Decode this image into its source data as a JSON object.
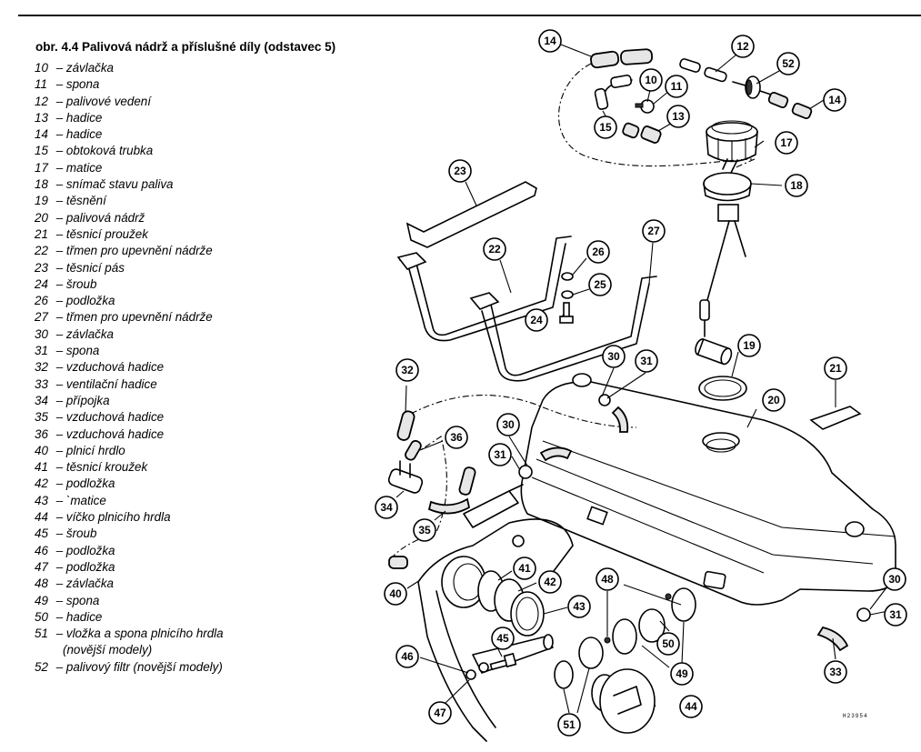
{
  "figure": {
    "caption": "obr. 4.4 Palivová nádrž a příslušné díly (odstavec 5)",
    "drawing_code": "H23954"
  },
  "legend": [
    {
      "num": "10",
      "label": "závlačka"
    },
    {
      "num": "11",
      "label": "spona"
    },
    {
      "num": "12",
      "label": "palivové vedení"
    },
    {
      "num": "13",
      "label": "hadice"
    },
    {
      "num": "14",
      "label": "hadice"
    },
    {
      "num": "15",
      "label": "obtoková trubka"
    },
    {
      "num": "17",
      "label": "matice"
    },
    {
      "num": "18",
      "label": "snímač stavu paliva"
    },
    {
      "num": "19",
      "label": "těsnění"
    },
    {
      "num": "20",
      "label": "palivová nádrž"
    },
    {
      "num": "21",
      "label": "těsnicí proužek"
    },
    {
      "num": "22",
      "label": "třmen pro upevnění nádrže"
    },
    {
      "num": "23",
      "label": "těsnicí pás"
    },
    {
      "num": "24",
      "label": "šroub"
    },
    {
      "num": "26",
      "label": "podložka"
    },
    {
      "num": "27",
      "label": "třmen pro upevnění nádrže"
    },
    {
      "num": "30",
      "label": "závlačka"
    },
    {
      "num": "31",
      "label": "spona"
    },
    {
      "num": "32",
      "label": "vzduchová hadice"
    },
    {
      "num": "33",
      "label": "ventilační hadice"
    },
    {
      "num": "34",
      "label": "přípojka"
    },
    {
      "num": "35",
      "label": "vzduchová hadice"
    },
    {
      "num": "36",
      "label": "vzduchová hadice"
    },
    {
      "num": "40",
      "label": "plnicí hrdlo"
    },
    {
      "num": "41",
      "label": "těsnicí kroužek"
    },
    {
      "num": "42",
      "label": "podložka"
    },
    {
      "num": "43",
      "label": "`matice"
    },
    {
      "num": "44",
      "label": "víčko plnicího hrdla"
    },
    {
      "num": "45",
      "label": "šroub"
    },
    {
      "num": "46",
      "label": "podložka"
    },
    {
      "num": "47",
      "label": "podložka"
    },
    {
      "num": "48",
      "label": "závlačka"
    },
    {
      "num": "49",
      "label": "spona"
    },
    {
      "num": "50",
      "label": "hadice"
    },
    {
      "num": "51",
      "label": "vložka a spona plnicího hrdla",
      "sub": "(novější modely)"
    },
    {
      "num": "52",
      "label": "palivový filtr (novější modely)"
    }
  ],
  "callouts": [
    {
      "id": "c14a",
      "text": "14"
    },
    {
      "id": "c12",
      "text": "12"
    },
    {
      "id": "c52",
      "text": "52"
    },
    {
      "id": "c14b",
      "text": "14"
    },
    {
      "id": "c10",
      "text": "10"
    },
    {
      "id": "c11",
      "text": "11"
    },
    {
      "id": "c15",
      "text": "15"
    },
    {
      "id": "c13",
      "text": "13"
    },
    {
      "id": "c17",
      "text": "17"
    },
    {
      "id": "c18",
      "text": "18"
    },
    {
      "id": "c23",
      "text": "23"
    },
    {
      "id": "c27",
      "text": "27"
    },
    {
      "id": "c22",
      "text": "22"
    },
    {
      "id": "c26",
      "text": "26"
    },
    {
      "id": "c25",
      "text": "25"
    },
    {
      "id": "c24",
      "text": "24"
    },
    {
      "id": "c19",
      "text": "19"
    },
    {
      "id": "c21",
      "text": "21"
    },
    {
      "id": "c32",
      "text": "32"
    },
    {
      "id": "c30a",
      "text": "30"
    },
    {
      "id": "c31a",
      "text": "31"
    },
    {
      "id": "c20",
      "text": "20"
    },
    {
      "id": "c36",
      "text": "36"
    },
    {
      "id": "c30b",
      "text": "30"
    },
    {
      "id": "c31b",
      "text": "31"
    },
    {
      "id": "c34",
      "text": "34"
    },
    {
      "id": "c35",
      "text": "35"
    },
    {
      "id": "c40",
      "text": "40"
    },
    {
      "id": "c41",
      "text": "41"
    },
    {
      "id": "c42",
      "text": "42"
    },
    {
      "id": "c43",
      "text": "43"
    },
    {
      "id": "c48",
      "text": "48"
    },
    {
      "id": "c45",
      "text": "45"
    },
    {
      "id": "c46",
      "text": "46"
    },
    {
      "id": "c50",
      "text": "50"
    },
    {
      "id": "c49",
      "text": "49"
    },
    {
      "id": "c30c",
      "text": "30"
    },
    {
      "id": "c31c",
      "text": "31"
    },
    {
      "id": "c33",
      "text": "33"
    },
    {
      "id": "c47",
      "text": "47"
    },
    {
      "id": "c51",
      "text": "51"
    },
    {
      "id": "c44",
      "text": "44"
    }
  ]
}
